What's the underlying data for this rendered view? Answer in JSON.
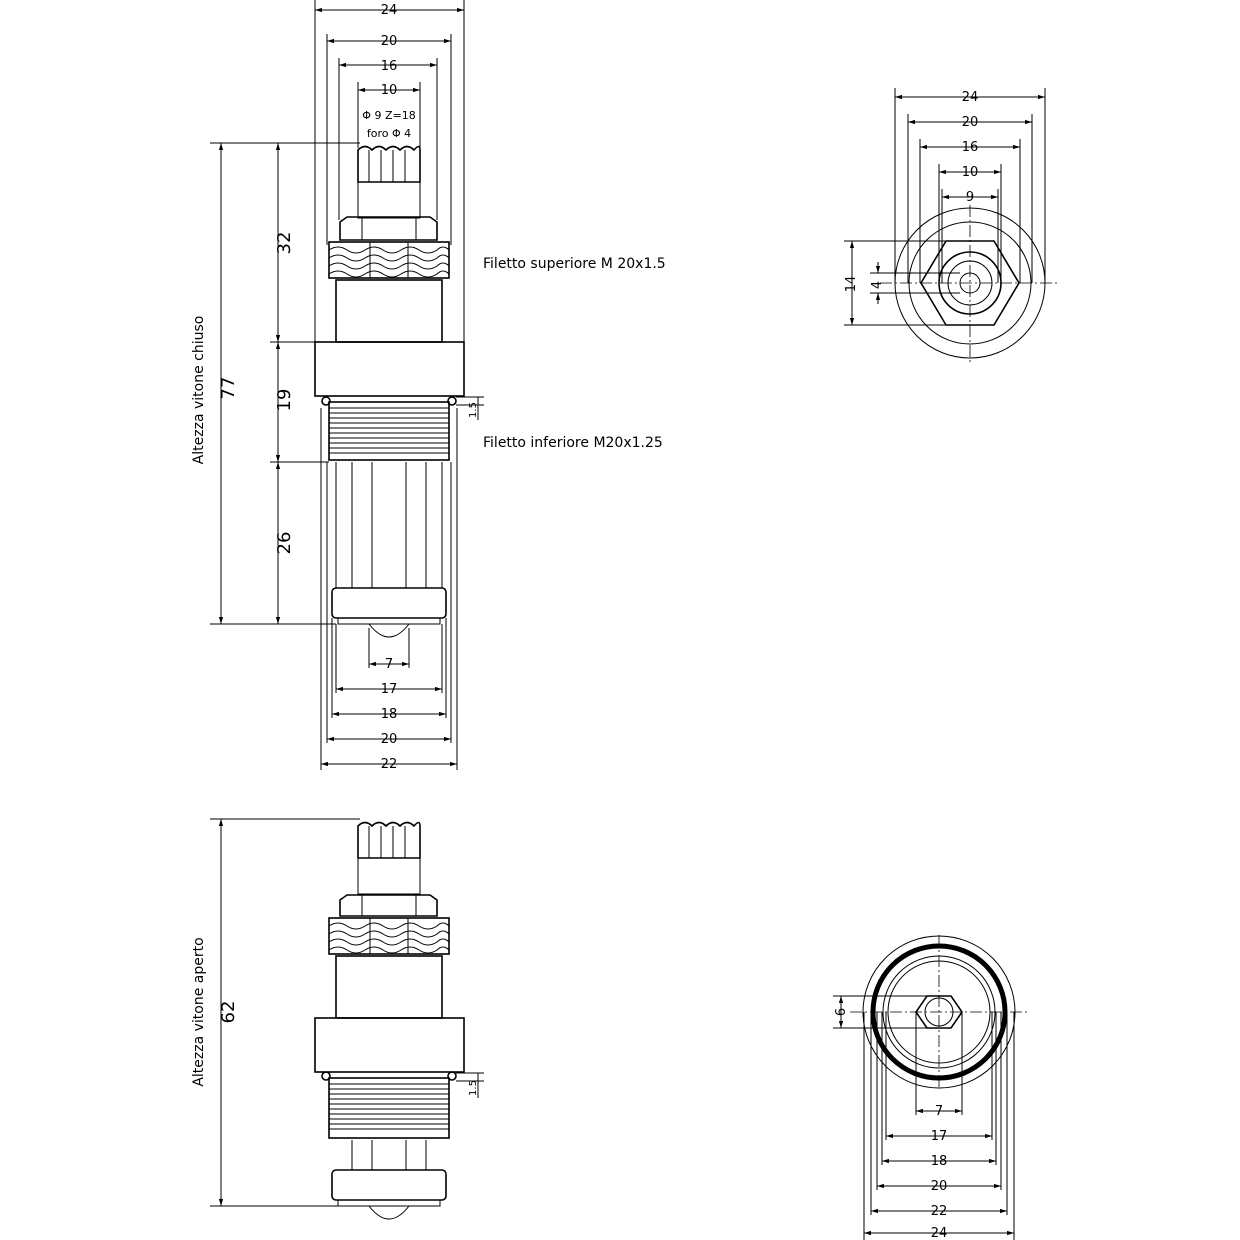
{
  "front_closed": {
    "top_dims": [
      "24",
      "20",
      "16",
      "10"
    ],
    "spline_note": [
      "Φ 9  Z=18",
      "foro Φ 4"
    ],
    "vertical_dims": [
      "32",
      "19",
      "26",
      "77"
    ],
    "height_label": "Altezza vitone chiuso",
    "upper_thread": "Filetto superiore M 20x1.5",
    "lower_thread": "Filetto inferiore M20x1.25",
    "oring_dim": "1.5",
    "bottom_dims": [
      "7",
      "17",
      "18",
      "20",
      "22"
    ]
  },
  "top_view": {
    "dims": [
      "24",
      "20",
      "16",
      "10",
      "9"
    ],
    "side_dims": [
      "14",
      "4"
    ]
  },
  "front_open": {
    "height_dim": "62",
    "height_label": "Altezza vitone aperto",
    "oring_dim": "1.5"
  },
  "bottom_view": {
    "side_dim": "6",
    "dims": [
      "7",
      "17",
      "18",
      "20",
      "22",
      "24"
    ]
  }
}
